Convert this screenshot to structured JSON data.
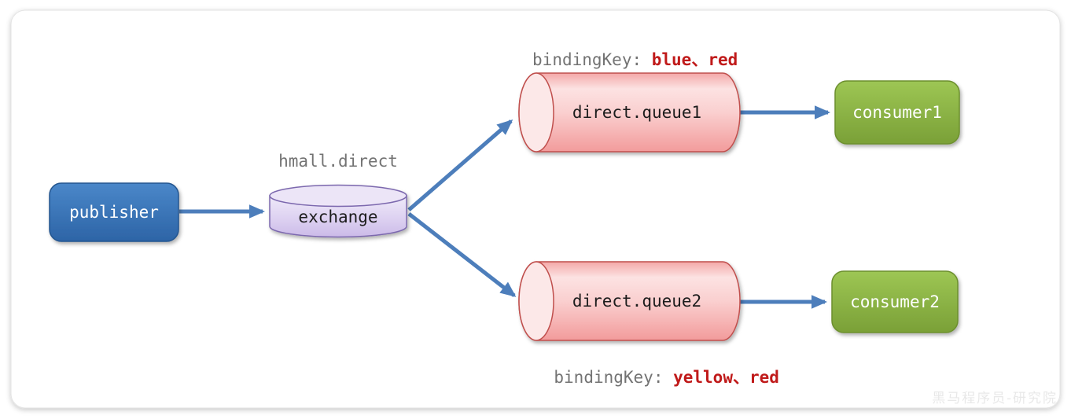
{
  "diagram": {
    "exchange_title": "hmall.direct",
    "nodes": {
      "publisher": "publisher",
      "exchange": "exchange",
      "queue1": "direct.queue1",
      "queue2": "direct.queue2",
      "consumer1": "consumer1",
      "consumer2": "consumer2"
    },
    "bindings": {
      "top": {
        "prefix": "bindingKey: ",
        "keys": "blue、red"
      },
      "bottom": {
        "prefix": "bindingKey: ",
        "keys": "yellow、red"
      }
    },
    "watermark": "黑马程序员-研究院",
    "colors": {
      "arrow": "#4D7EBB",
      "binding_key_red": "#C01A1A",
      "label_gray": "#737373",
      "publisher_blue": "#3572B4",
      "exchange_lavender": "#D9CCEF",
      "queue_pink": "#F6ACAC",
      "consumer_green": "#8DB348"
    }
  }
}
